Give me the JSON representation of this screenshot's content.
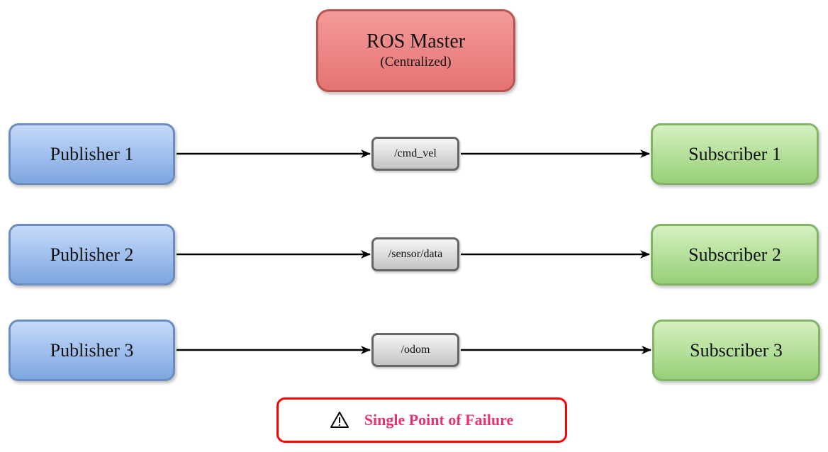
{
  "master": {
    "title": "ROS Master",
    "subtitle": "(Centralized)"
  },
  "rows": [
    {
      "publisher": "Publisher 1",
      "topic": "/cmd_vel",
      "subscriber": "Subscriber 1"
    },
    {
      "publisher": "Publisher 2",
      "topic": "/sensor/data",
      "subscriber": "Subscriber 2"
    },
    {
      "publisher": "Publisher 3",
      "topic": "/odom",
      "subscriber": "Subscriber 3"
    }
  ],
  "failure": {
    "label": "Single Point of Failure",
    "icon": "warning-triangle-icon"
  },
  "colors": {
    "master_border": "#b85450",
    "publisher_border": "#6c8ebf",
    "subscriber_border": "#82b366",
    "topic_border": "#666666",
    "failure_border": "#ff0000",
    "failure_text": "#e8346e"
  }
}
